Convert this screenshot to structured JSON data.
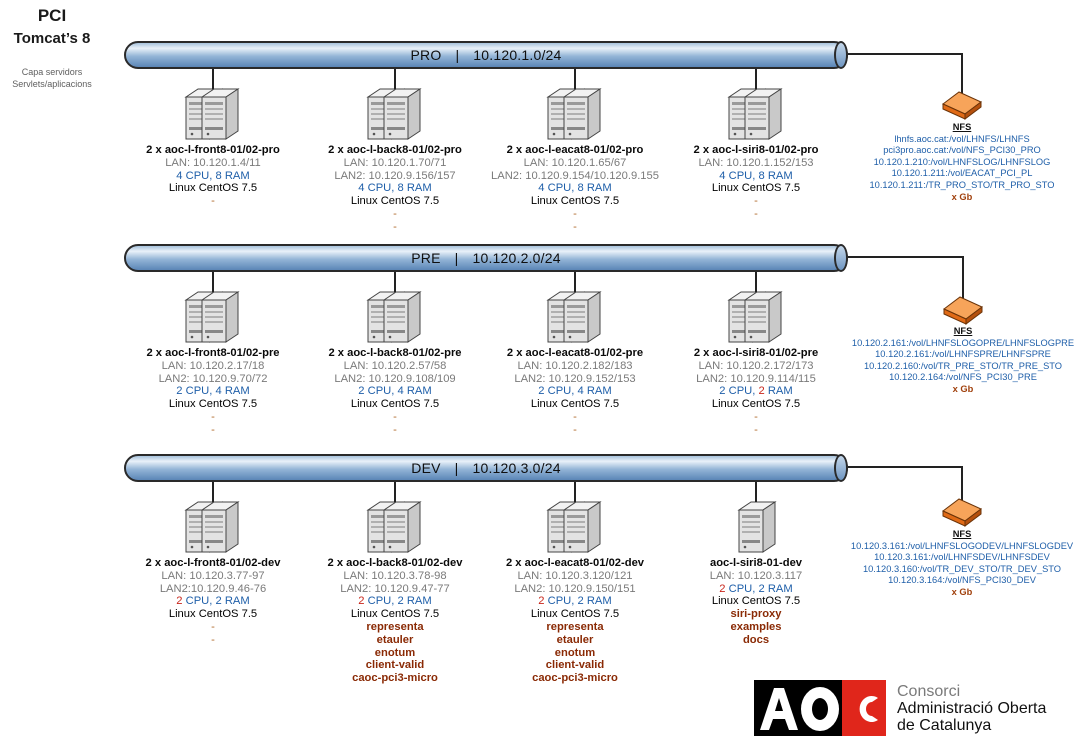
{
  "header": {
    "title": "PCI",
    "subtitle": "Tomcat’s 8",
    "note_line1": "Capa servidors",
    "note_line2": "Servlets/aplicacions"
  },
  "networks": [
    {
      "name": "PRO",
      "subnet": "10.120.1.0/24",
      "servers": [
        {
          "name": "2 x aoc-l-front8-01/02-pro",
          "lan": "LAN: 10.120.1.4/11",
          "lan2": "",
          "cpu": "4",
          "cpu_color": "blue",
          "ram": "8",
          "ram_color": "blue",
          "os": "Linux CentOS 7.5",
          "extras": [
            "-"
          ],
          "apps": []
        },
        {
          "name": "2 x aoc-l-back8-01/02-pro",
          "lan": "LAN: 10.120.1.70/71",
          "lan2": "LAN2: 10.120.9.156/157",
          "cpu": "4",
          "cpu_color": "blue",
          "ram": "8",
          "ram_color": "blue",
          "os": "Linux CentOS 7.5",
          "extras": [
            "-",
            "-"
          ],
          "apps": []
        },
        {
          "name": "2 x aoc-l-eacat8-01/02-pro",
          "lan": "LAN: 10.120.1.65/67",
          "lan2": "LAN2: 10.120.9.154/10.120.9.155",
          "cpu": "4",
          "cpu_color": "blue",
          "ram": "8",
          "ram_color": "blue",
          "os": "Linux CentOS 7.5",
          "extras": [
            "-",
            "-"
          ],
          "apps": []
        },
        {
          "name": "2 x aoc-l-siri8-01/02-pro",
          "lan": "LAN: 10.120.1.152/153",
          "lan2": "",
          "cpu": "4",
          "cpu_color": "blue",
          "ram": "8",
          "ram_color": "blue",
          "os": "Linux CentOS 7.5",
          "extras": [
            "-",
            "-"
          ],
          "apps": []
        }
      ],
      "nfs": {
        "label": "NFS",
        "paths": [
          "lhnfs.aoc.cat:/vol/LHNFS/LHNFS",
          "pci3pro.aoc.cat:/vol/NFS_PCI30_PRO",
          "10.120.1.210:/vol/LHNFSLOG/LHNFSLOG",
          "10.120.1.211:/vol/EACAT_PCI_PL",
          "10.120.1.211:/TR_PRO_STO/TR_PRO_STO"
        ],
        "size": "x Gb"
      }
    },
    {
      "name": "PRE",
      "subnet": "10.120.2.0/24",
      "servers": [
        {
          "name": "2 x aoc-l-front8-01/02-pre",
          "lan": "LAN: 10.120.2.17/18",
          "lan2": "LAN2: 10.120.9.70/72",
          "cpu": "2",
          "cpu_color": "blue",
          "ram": "4",
          "ram_color": "blue",
          "os": "Linux CentOS 7.5",
          "extras": [
            "-",
            "-"
          ],
          "apps": []
        },
        {
          "name": "2 x aoc-l-back8-01/02-pre",
          "lan": "LAN: 10.120.2.57/58",
          "lan2": "LAN2: 10.120.9.108/109",
          "cpu": "2",
          "cpu_color": "blue",
          "ram": "4",
          "ram_color": "blue",
          "os": "Linux CentOS 7.5",
          "extras": [
            "-",
            "-"
          ],
          "apps": []
        },
        {
          "name": "2 x aoc-l-eacat8-01/02-pre",
          "lan": "LAN: 10.120.2.182/183",
          "lan2": "LAN2: 10.120.9.152/153",
          "cpu": "2",
          "cpu_color": "blue",
          "ram": "4",
          "ram_color": "blue",
          "os": "Linux CentOS 7.5",
          "extras": [
            "-",
            "-"
          ],
          "apps": []
        },
        {
          "name": "2 x aoc-l-siri8-01/02-pre",
          "lan": "LAN: 10.120.2.172/173",
          "lan2": "LAN2: 10.120.9.114/115",
          "cpu": "2",
          "cpu_color": "blue",
          "ram": "2",
          "ram_color": "red",
          "os": "Linux CentOS 7.5",
          "extras": [
            "-",
            "-"
          ],
          "apps": []
        }
      ],
      "nfs": {
        "label": "NFS",
        "paths": [
          "10.120.2.161:/vol/LHNFSLOGOPRE/LHNFSLOGPRE",
          "10.120.2.161:/vol/LHNFSPRE/LHNFSPRE",
          "10.120.2.160:/vol/TR_PRE_STO/TR_PRE_STO",
          "10.120.2.164:/vol/NFS_PCI30_PRE"
        ],
        "size": "x Gb"
      }
    },
    {
      "name": "DEV",
      "subnet": "10.120.3.0/24",
      "servers": [
        {
          "name": "2 x aoc-l-front8-01/02-dev",
          "lan": "LAN: 10.120.3.77-97",
          "lan2": "LAN2:10.120.9.46-76",
          "cpu": "2",
          "cpu_color": "red",
          "ram": "2",
          "ram_color": "blue",
          "os": "Linux CentOS 7.5",
          "extras": [
            "-",
            "-"
          ],
          "apps": []
        },
        {
          "name": "2 x aoc-l-back8-01/02-dev",
          "lan": "LAN: 10.120.3.78-98",
          "lan2": "LAN2: 10.120.9.47-77",
          "cpu": "2",
          "cpu_color": "red",
          "ram": "2",
          "ram_color": "blue",
          "os": "Linux CentOS 7.5",
          "extras": [],
          "apps": [
            "representa",
            "etauler",
            "enotum",
            "client-valid",
            "caoc-pci3-micro"
          ]
        },
        {
          "name": "2 x aoc-l-eacat8-01/02-dev",
          "lan": "LAN: 10.120.3.120/121",
          "lan2": "LAN2: 10.120.9.150/151",
          "cpu": "2",
          "cpu_color": "red",
          "ram": "2",
          "ram_color": "blue",
          "os": "Linux CentOS 7.5",
          "extras": [],
          "apps": [
            "representa",
            "etauler",
            "enotum",
            "client-valid",
            "caoc-pci3-micro"
          ]
        },
        {
          "name": "aoc-l-siri8-01-dev",
          "lan": "LAN: 10.120.3.117",
          "lan2": "",
          "cpu": "2",
          "cpu_color": "red",
          "ram": "2",
          "ram_color": "blue",
          "os": "Linux CentOS 7.5",
          "extras": [],
          "apps": [
            "siri-proxy",
            "examples",
            "docs"
          ],
          "single": true
        }
      ],
      "nfs": {
        "label": "NFS",
        "paths": [
          "10.120.3.161:/vol/LHNFSLOGODEV/LHNFSLOGDEV",
          "10.120.3.161:/vol/LHNFSDEV/LHNFSDEV",
          "10.120.3.160:/vol/TR_DEV_STO/TR_DEV_STO",
          "10.120.3.164:/vol/NFS_PCI30_DEV"
        ],
        "size": "x Gb"
      }
    }
  ],
  "labels": {
    "cpu_suffix": " CPU, ",
    "ram_suffix": " RAM",
    "separator": "|"
  },
  "logo": {
    "mark": "AOC",
    "line1": "Consorci",
    "line2": "Administració Oberta",
    "line3": "de Catalunya",
    "brand_colors": {
      "black": "#000000",
      "red": "#e0261b",
      "white": "#ffffff"
    }
  }
}
